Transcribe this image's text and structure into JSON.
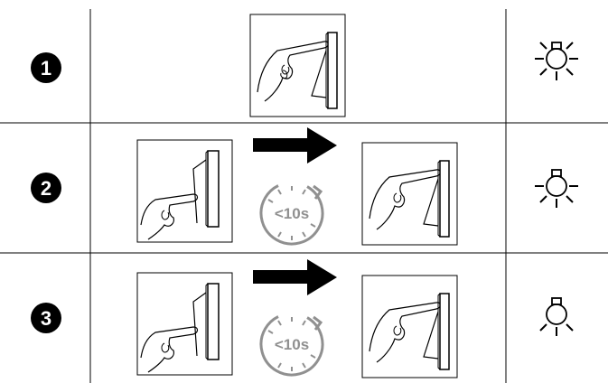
{
  "steps": [
    {
      "number": "1",
      "sequence": [
        "press-switch"
      ],
      "timer": null,
      "indicator": "light-blink-icon"
    },
    {
      "number": "2",
      "sequence": [
        "press-switch-alt",
        "press-switch"
      ],
      "timer": "<10s",
      "indicator": "light-blink-icon"
    },
    {
      "number": "3",
      "sequence": [
        "press-switch-alt",
        "press-switch"
      ],
      "timer": "<10s",
      "indicator": "light-on-icon"
    }
  ],
  "colors": {
    "ink": "#000000",
    "timer": "#909090",
    "arrow": "#000000"
  }
}
